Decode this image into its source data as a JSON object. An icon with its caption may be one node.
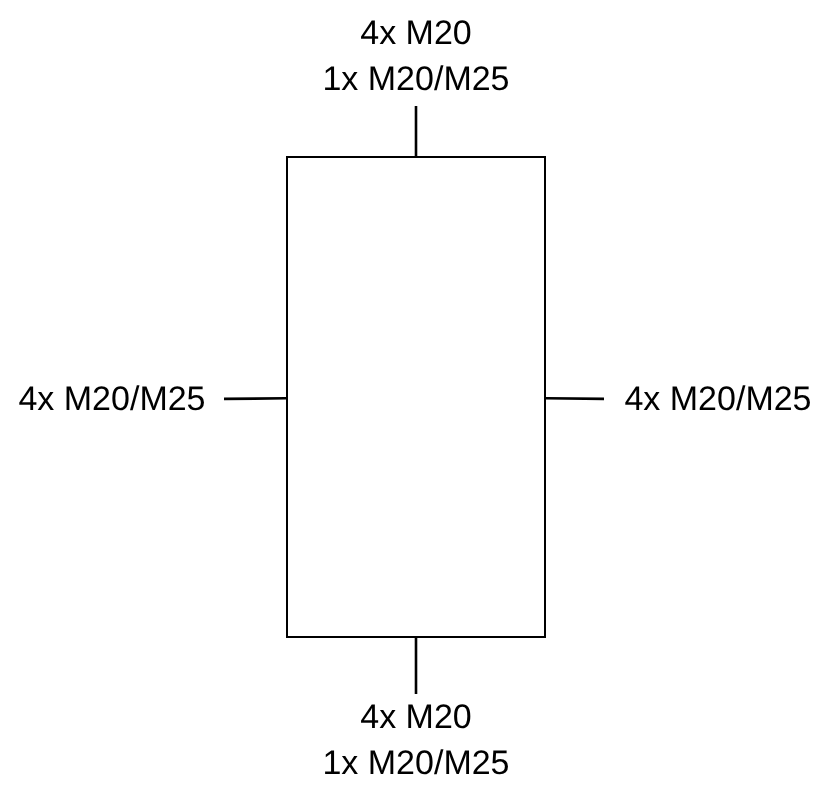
{
  "diagram": {
    "nodes": [
      {
        "text": [],
        "shape": "box"
      },
      {
        "text": [
          "4x M20",
          "1x M20/M25"
        ]
      },
      {
        "text": [
          "4x M20/M25"
        ]
      },
      {
        "text": [
          "4x M20/M25"
        ]
      },
      {
        "text": [
          "4x M20",
          "1x M20/M25"
        ]
      }
    ],
    "edges": [
      {
        "from": 1,
        "to": 0,
        "arrow": "none"
      },
      {
        "from": 2,
        "to": 0,
        "arrow": "none"
      },
      {
        "from": 3,
        "to": 0,
        "arrow": "none"
      },
      {
        "from": 4,
        "to": 0,
        "arrow": "none"
      }
    ]
  }
}
